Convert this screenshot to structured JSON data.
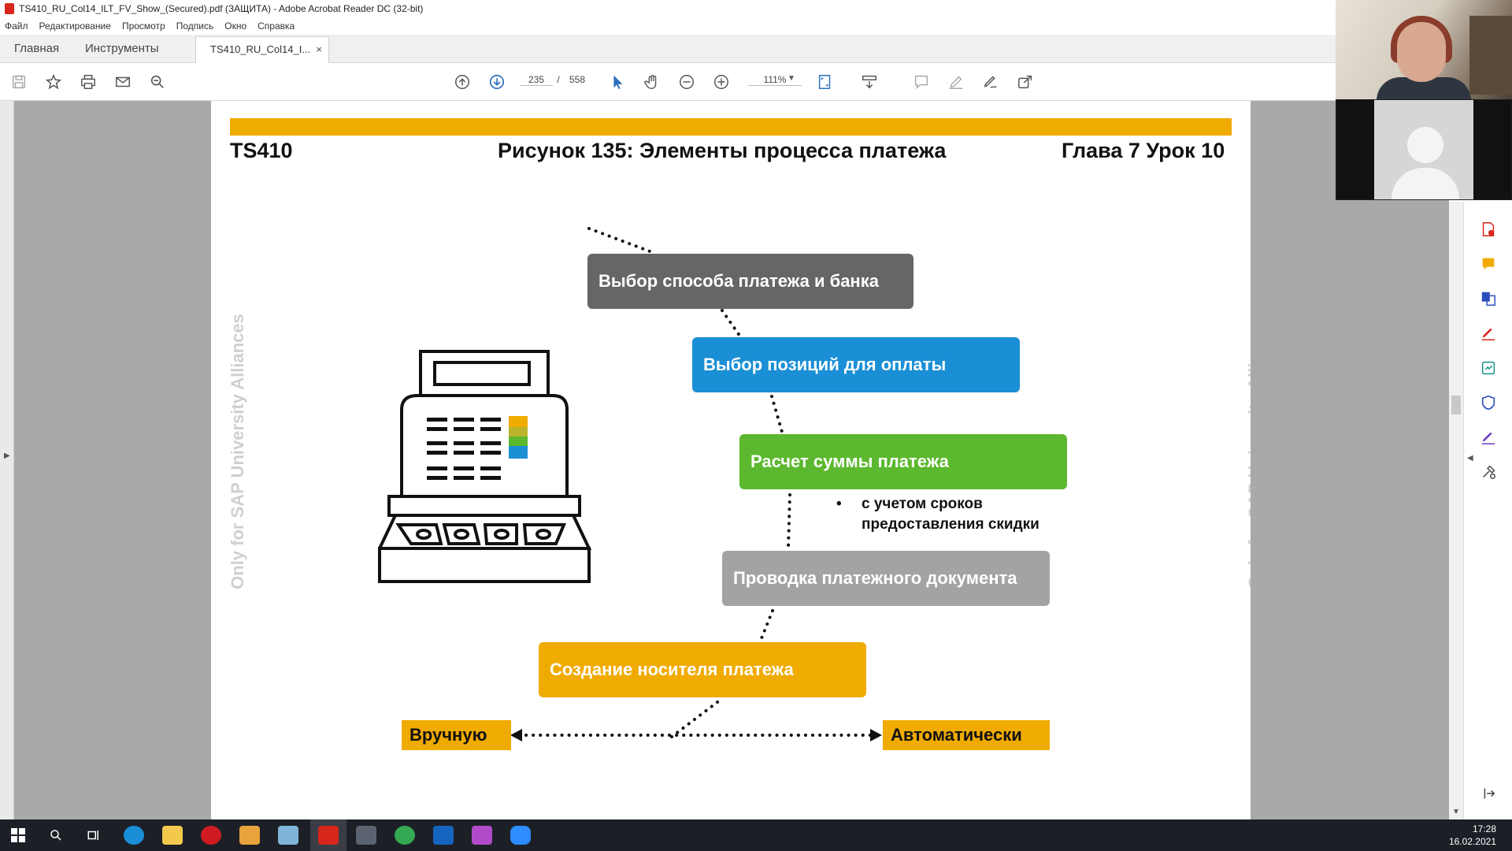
{
  "window": {
    "title": "TS410_RU_Col14_ILT_FV_Show_(Secured).pdf (ЗАЩИТА) - Adobe Acrobat Reader DC (32-bit)"
  },
  "menu": [
    "Файл",
    "Редактирование",
    "Просмотр",
    "Подпись",
    "Окно",
    "Справка"
  ],
  "tabs": {
    "home": "Главная",
    "tools": "Инструменты",
    "document": "TS410_RU_Col14_I...",
    "close": "×"
  },
  "toolbar": {
    "page_current": "235",
    "page_separator": "/",
    "page_total": "558",
    "zoom": "111%",
    "icons": [
      "save-icon",
      "star-icon",
      "print-icon",
      "mail-icon",
      "search-icon",
      "page-up-icon",
      "page-down-icon",
      "select-cursor-icon",
      "hand-icon",
      "zoom-out-icon",
      "zoom-in-icon",
      "fit-page-icon",
      "scroll-mode-icon",
      "comment-icon",
      "highlight-icon",
      "sign-icon",
      "share-icon"
    ]
  },
  "slide": {
    "left_header": "TS410",
    "center_header": "Рисунок 135: Элементы процесса платежа",
    "right_header": "Глава 7 Урок 10",
    "watermark": "Only for SAP University Alliances",
    "steps": [
      {
        "label": "Выбор способа платежа и банка",
        "color": "#666666"
      },
      {
        "label": "Выбор позиций для оплаты",
        "color": "#1a8fd5"
      },
      {
        "label": "Расчет суммы платежа",
        "color": "#5cb82e"
      },
      {
        "label": "Проводка платежного документа",
        "color": "#a3a3a3"
      },
      {
        "label": "Создание носителя платежа",
        "color": "#f0ab00"
      }
    ],
    "bullet": {
      "marker": "•",
      "line1": "с учетом сроков",
      "line2": "предоставления скидки"
    },
    "manual": "Вручную",
    "automatic": "Автоматически",
    "accent_color": "#f0ab00"
  },
  "right_panel_icons": [
    "export-pdf-icon",
    "comment-tool-icon",
    "combine-files-icon",
    "fill-sign-icon",
    "send-review-icon",
    "protect-icon",
    "edit-pdf-icon",
    "more-tools-icon"
  ],
  "taskbar": {
    "time": "17:28",
    "date": "16.02.2021",
    "apps": [
      "windows-start-icon",
      "search-icon",
      "task-view-icon",
      "edge-icon",
      "explorer-icon",
      "opera-icon",
      "app-icon",
      "notes-icon",
      "acrobat-icon",
      "calculator-icon",
      "chrome-icon",
      "outlook-icon",
      "app-icon",
      "zoom-icon"
    ]
  }
}
